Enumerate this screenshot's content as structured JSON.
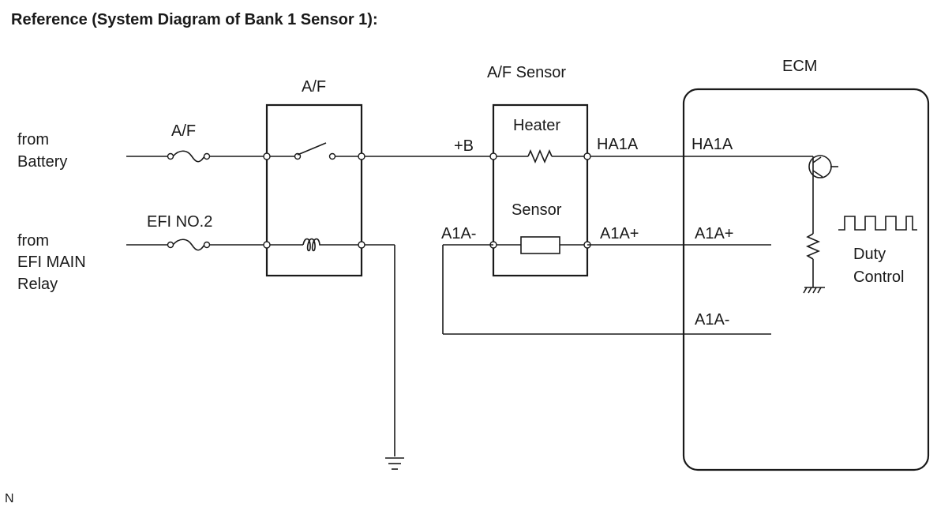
{
  "title": "Reference (System Diagram of Bank 1 Sensor 1):",
  "sources": {
    "battery": [
      "from",
      "Battery"
    ],
    "efi_main": [
      "from",
      "EFI MAIN",
      "Relay"
    ]
  },
  "fuses": {
    "af": "A/F",
    "efi2": "EFI NO.2"
  },
  "relay": {
    "label": "A/F"
  },
  "sensor": {
    "label": "A/F Sensor",
    "heater": "Heater",
    "sensor": "Sensor",
    "pins": {
      "plus_b": "+B",
      "ha1a": "HA1A",
      "a1a_minus": "A1A-",
      "a1a_plus": "A1A+"
    }
  },
  "ecm": {
    "label": "ECM",
    "pins": {
      "ha1a": "HA1A",
      "a1a_plus": "A1A+",
      "a1a_minus": "A1A-"
    },
    "duty_control": [
      "Duty",
      "Control"
    ]
  },
  "footer_mark": "N"
}
